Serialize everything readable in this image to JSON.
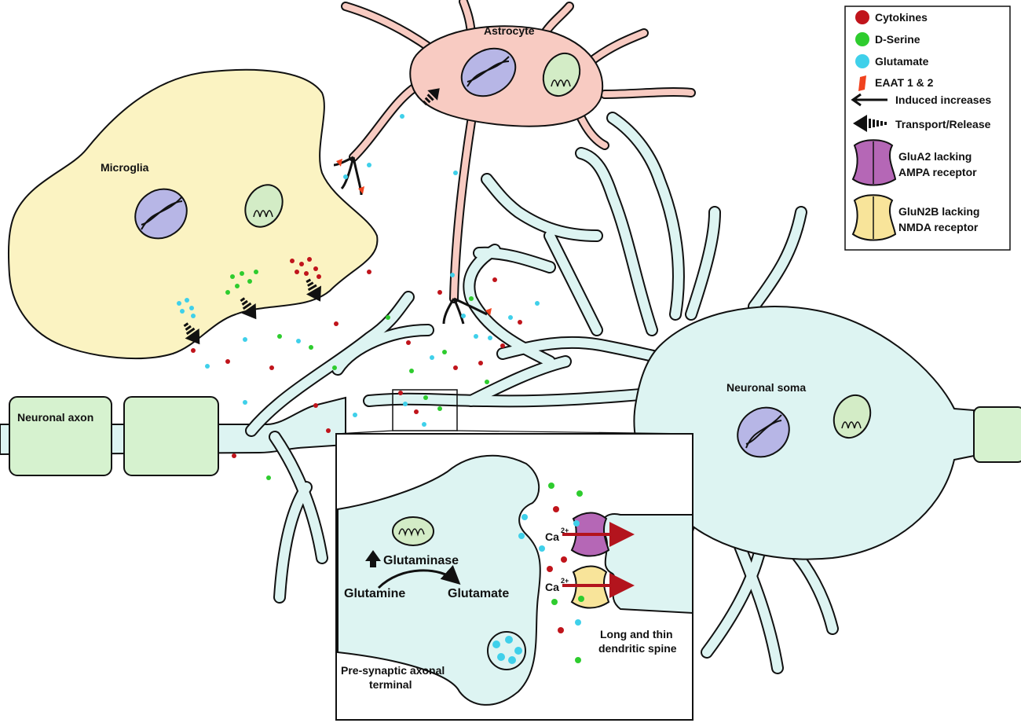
{
  "labels": {
    "astrocyte": "Astrocyte",
    "microglia": "Microglia",
    "axon": "Neuronal axon",
    "soma": "Neuronal soma",
    "glutaminase": "Glutaminase",
    "glutamine": "Glutamine",
    "glutamate": "Glutamate",
    "ca": "Ca",
    "ca_charge": "2+",
    "spine_line1": "Long and thin",
    "spine_line2": "dendritic spine",
    "pre_line1": "Pre-synaptic axonal",
    "pre_line2": "terminal"
  },
  "legend": {
    "cytokines": "Cytokines",
    "d_serine": "D-Serine",
    "glutamate": "Glutamate",
    "eaat": "EAAT 1 & 2",
    "induced": "Induced increases",
    "transport": "Transport/Release",
    "glua2_line1": "GluA2 lacking",
    "glua2_line2": "AMPA receptor",
    "glun2b_line1": "GluN2B lacking",
    "glun2b_line2": "NMDA receptor"
  },
  "colors": {
    "cytokines": "#c0141b",
    "d_serine": "#2ecc2e",
    "glutamate": "#3fd0ea",
    "eaat": "#f0421e",
    "microglia": "#fbf3c2",
    "astrocyte": "#f8cbc2",
    "neuron": "#ddf4f2",
    "node": "#d6f2cf",
    "nucleus": "#b7b6e6",
    "mito": "#d3ecc6",
    "ampa": "#b567b6",
    "nmda": "#f8e49a",
    "ca_arrow": "#b3141d"
  }
}
